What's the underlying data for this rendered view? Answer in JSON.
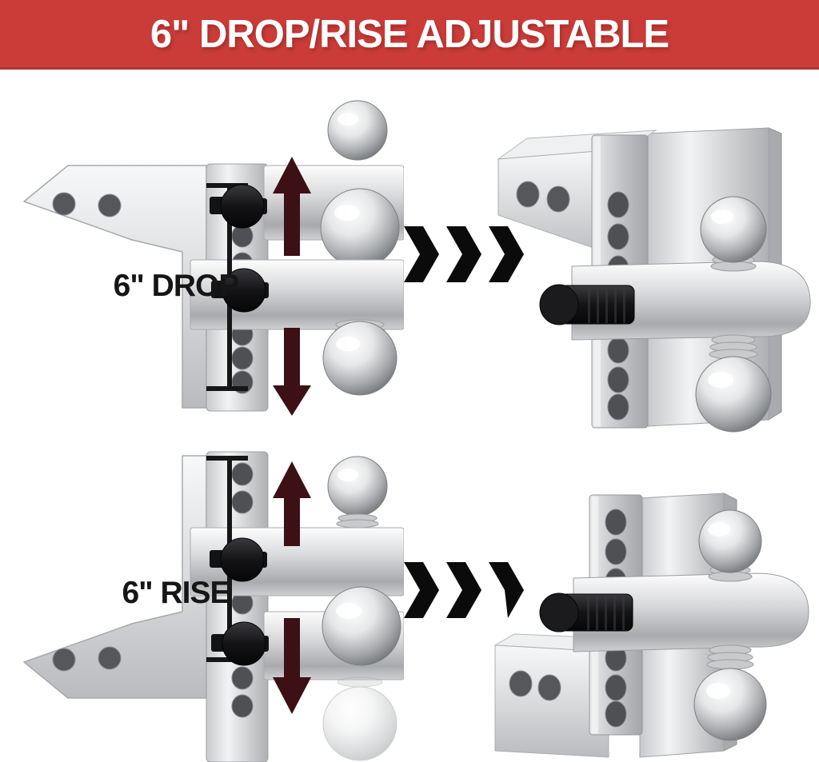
{
  "banner": {
    "title": "6\" DROP/RISE ADJUSTABLE",
    "background_color": "#cb3c39",
    "text_color": "#ffffff"
  },
  "sections": [
    {
      "id": "drop",
      "label": "6\" DROP",
      "icons": [
        "up-arrow-icon",
        "down-arrow-icon",
        "chevron-right-icon",
        "chevron-right-icon",
        "chevron-right-icon"
      ]
    },
    {
      "id": "rise",
      "label": "6\" RISE",
      "icons": [
        "up-arrow-icon",
        "down-arrow-icon",
        "chevron-right-icon",
        "chevron-right-icon",
        "chevron-right-icon"
      ]
    }
  ],
  "colors": {
    "banner_red": "#cb3c39",
    "arrow_maroon": "#3c1014",
    "chevron_black": "#0b0b0b",
    "aluminum_light": "#f4f5f6",
    "aluminum_mid": "#c9cbce",
    "aluminum_dark": "#9b9da1",
    "chrome_highlight": "#ffffff",
    "chrome_shadow": "#6f7275",
    "pin_black": "#131315",
    "label_black": "#161616"
  }
}
